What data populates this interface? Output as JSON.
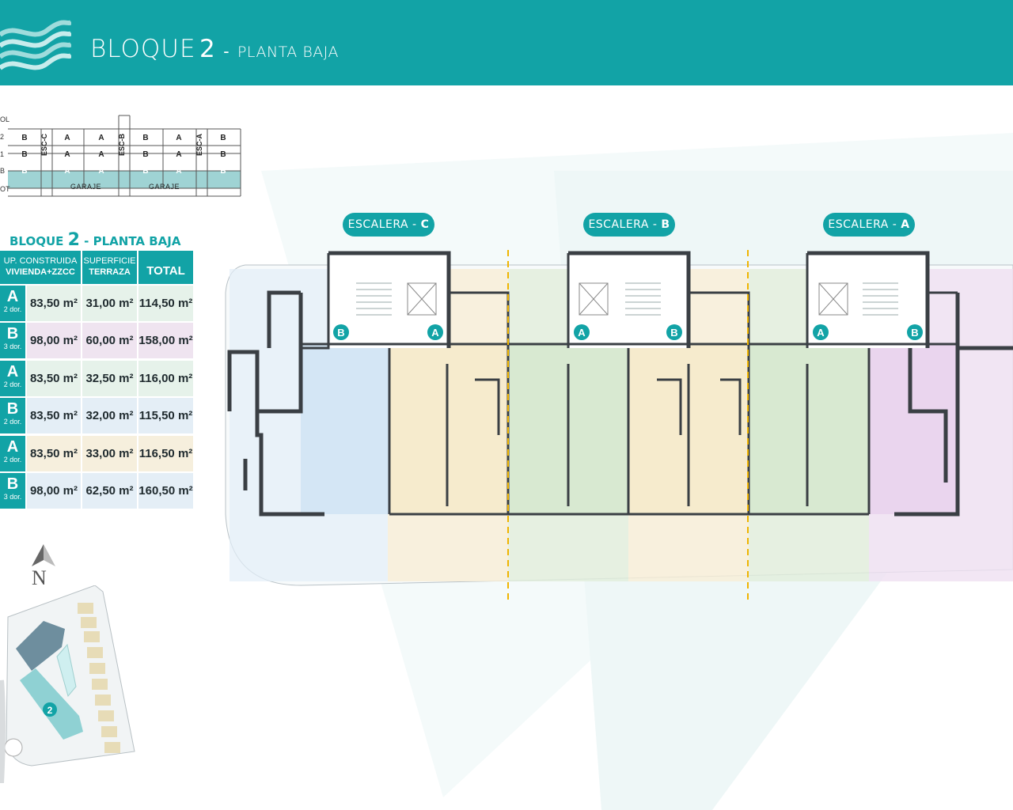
{
  "header": {
    "title_main": "BLOQUE",
    "title_number": "2",
    "title_separator": "-",
    "title_sub": "PLANTA BAJA"
  },
  "section": {
    "level_labels": [
      "OL",
      "2",
      "1",
      "B",
      "OT"
    ],
    "rows": [
      [
        "B",
        "A",
        "A",
        "B",
        "A",
        "B"
      ],
      [
        "B",
        "A",
        "A",
        "B",
        "A",
        "B"
      ],
      [
        "B",
        "A",
        "A",
        "B",
        "A",
        "B"
      ]
    ],
    "stairs": [
      "ESC-C",
      "ESC-B",
      "ESC-A"
    ],
    "garage": [
      "GARAJE",
      "GARAJE"
    ]
  },
  "table": {
    "title_prefix": "BLOQUE",
    "title_number": "2",
    "title_suffix": "- PLANTA BAJA",
    "header_built_1": "UP. CONSTRUIDA",
    "header_built_2": "VIVIENDA+ZZCC",
    "header_terrace_1": "SUPERFICIE",
    "header_terrace_2": "TERRAZA",
    "header_total": "TOTAL",
    "rows": [
      {
        "type": "A",
        "bedrooms": "2 dor.",
        "built": "83,50 m²",
        "terrace": "31,00 m²",
        "total": "114,50 m²",
        "tint": "#e6f2ea"
      },
      {
        "type": "B",
        "bedrooms": "3 dor.",
        "built": "98,00 m²",
        "terrace": "60,00 m²",
        "total": "158,00 m²",
        "tint": "#efe4f0"
      },
      {
        "type": "A",
        "bedrooms": "2 dor.",
        "built": "83,50 m²",
        "terrace": "32,50 m²",
        "total": "116,00 m²",
        "tint": "#e6f2ea"
      },
      {
        "type": "B",
        "bedrooms": "2 dor.",
        "built": "83,50 m²",
        "terrace": "32,00 m²",
        "total": "115,50 m²",
        "tint": "#e4eef6"
      },
      {
        "type": "A",
        "bedrooms": "2 dor.",
        "built": "83,50 m²",
        "terrace": "33,00 m²",
        "total": "116,50 m²",
        "tint": "#f6efdd"
      },
      {
        "type": "B",
        "bedrooms": "3 dor.",
        "built": "98,00 m²",
        "terrace": "62,50 m²",
        "total": "160,50 m²",
        "tint": "#e4eef6"
      }
    ]
  },
  "stairs": [
    {
      "label": "ESCALERA -",
      "letter": "C"
    },
    {
      "label": "ESCALERA -",
      "letter": "B"
    },
    {
      "label": "ESCALERA -",
      "letter": "A"
    }
  ],
  "plan": {
    "markers": [
      "B",
      "A",
      "A",
      "B",
      "A",
      "B"
    ],
    "unit_colors": [
      "#d9e9f6",
      "#f6ecd3",
      "#dcebd6",
      "#dcebd6",
      "#f6ecd3",
      "#dcebd6",
      "#ecdcef"
    ],
    "wall_color": "#3a3f44",
    "accent": "#12a3a6",
    "divider_color": "#f0b400"
  },
  "site": {
    "north": "N",
    "building_number": "2"
  },
  "colors": {
    "brand": "#12a3a6"
  }
}
